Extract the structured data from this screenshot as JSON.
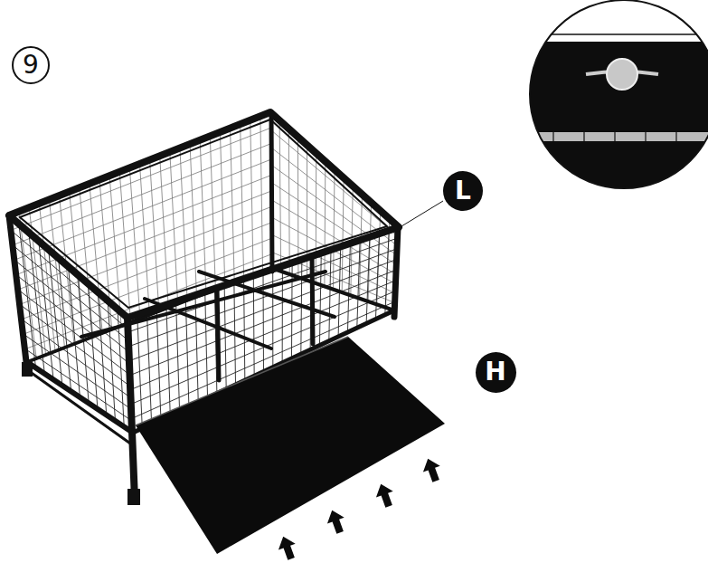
{
  "diagram": {
    "nodes": [
      {
        "text": [
          "9"
        ]
      },
      {
        "text": [
          "L"
        ]
      },
      {
        "text": [
          "H"
        ]
      }
    ]
  }
}
